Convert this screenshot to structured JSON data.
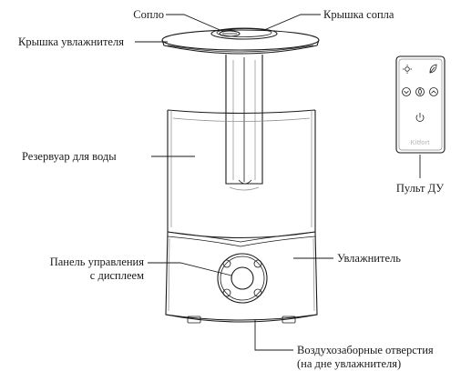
{
  "labels": {
    "nozzle": "Сопло",
    "nozzle_cover": "Крышка сопла",
    "humidifier_cover": "Крышка увлажнителя",
    "water_tank": "Резервуар для воды",
    "remote": "Пульт ДУ",
    "control_panel_line1": "Панель управления",
    "control_panel_line2": "с дисплеем",
    "humidifier": "Увлажнитель",
    "air_intake_line1": "Воздухозаборные отверстия",
    "air_intake_line2": "(на дне увлажнителя)"
  },
  "remote": {
    "brand": "Kitfort"
  }
}
